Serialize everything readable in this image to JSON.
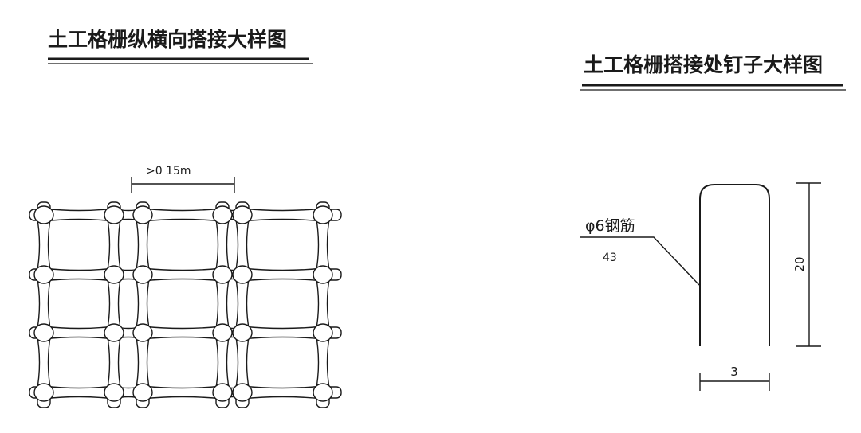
{
  "left_figure": {
    "title": "土工格栅纵横向搭接大样图",
    "overlap_dimension": ">0 15m"
  },
  "right_figure": {
    "title": "土工格栅搭接处钉子大样图",
    "material_label": "φ6钢筋",
    "material_sublabel": "43",
    "height_dimension": "20",
    "width_dimension": "3"
  }
}
